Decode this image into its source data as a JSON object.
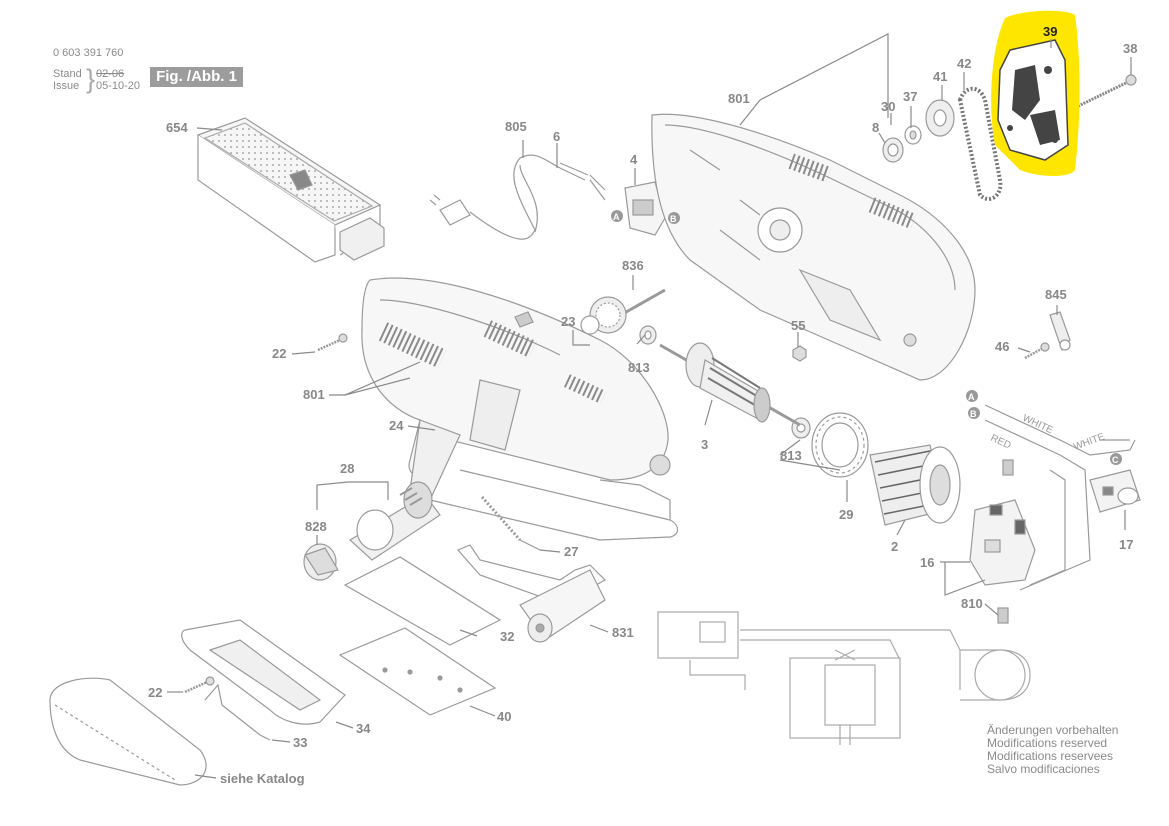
{
  "header": {
    "part_number": "0 603 391 760",
    "stand_label": "Stand",
    "stand_value": "02-06",
    "issue_label": "Issue",
    "issue_value": "05-10-20",
    "figure_label": "Fig. /Abb. 1"
  },
  "highlight": {
    "label": "39",
    "color": "#ffe600"
  },
  "labels": {
    "l654": "654",
    "l805": "805",
    "l6": "6",
    "l4": "4",
    "l801a": "801",
    "l30": "30",
    "l37": "37",
    "l41": "41",
    "l42": "42",
    "l38": "38",
    "l8": "8",
    "l836": "836",
    "l23": "23",
    "l813a": "813",
    "l813b": "813",
    "l22a": "22",
    "l801b": "801",
    "l24": "24",
    "l55": "55",
    "l845": "845",
    "l46": "46",
    "l3": "3",
    "l29": "29",
    "l2": "2",
    "l16": "16",
    "l810": "810",
    "l17": "17",
    "l28": "28",
    "l828": "828",
    "l27": "27",
    "l32": "32",
    "l831": "831",
    "l22b": "22",
    "l33": "33",
    "l34": "34",
    "l40": "40",
    "siehe": "siehe Katalog",
    "wA": "A",
    "wB": "B",
    "wC": "C",
    "cA": "A",
    "cB": "B",
    "white1": "WHITE",
    "white2": "WHITE",
    "red": "RED"
  },
  "notes": [
    "Änderungen vorbehalten",
    "Modifications reserved",
    "Modifications reservees",
    "Salvo modificaciones"
  ]
}
